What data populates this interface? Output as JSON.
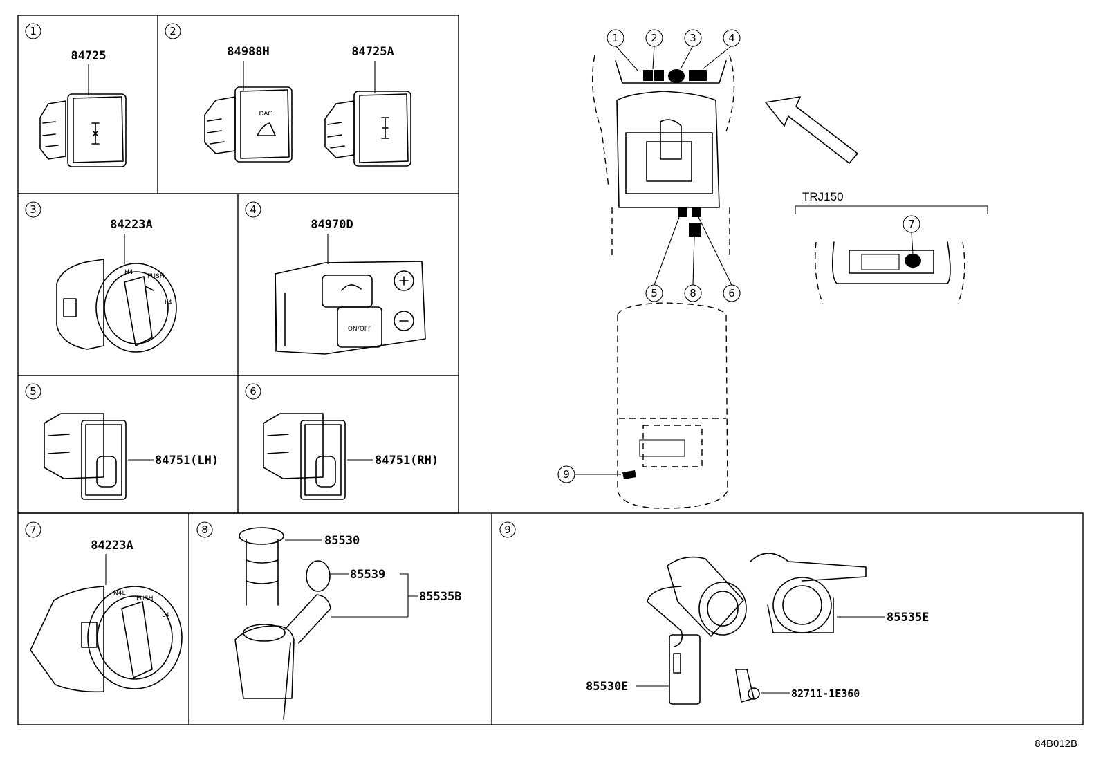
{
  "diagram_id": "84B012B",
  "trim_label": "TRJ150",
  "cells": [
    {
      "num": "1",
      "parts": [
        "84725"
      ]
    },
    {
      "num": "2",
      "parts": [
        "84988H",
        "84725A"
      ]
    },
    {
      "num": "3",
      "parts": [
        "84223A"
      ]
    },
    {
      "num": "4",
      "parts": [
        "84970D"
      ]
    },
    {
      "num": "5",
      "parts": [
        "84751(LH)"
      ]
    },
    {
      "num": "6",
      "parts": [
        "84751(RH)"
      ]
    },
    {
      "num": "7",
      "parts": [
        "84223A"
      ]
    },
    {
      "num": "8",
      "parts": [
        "85530",
        "85539",
        "85535B"
      ]
    },
    {
      "num": "9",
      "parts": [
        "85535E",
        "85530E",
        "82711-1E360"
      ]
    }
  ],
  "switch_labels": {
    "dac": "DAC",
    "h4": "H4",
    "push": "PUSH",
    "l4": "L4",
    "on_off": "ON/OFF",
    "n4l": "N4L"
  },
  "locator_callouts": [
    "1",
    "2",
    "3",
    "4",
    "5",
    "6",
    "7",
    "8",
    "9"
  ]
}
